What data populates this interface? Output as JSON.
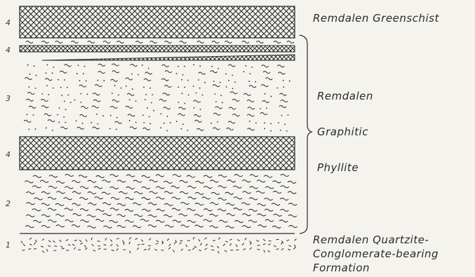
{
  "layers": [
    {
      "id": "cap-greenschist",
      "number": "4",
      "pattern": "crosshatch"
    },
    {
      "id": "thin-greenschist",
      "number": "4",
      "pattern": "crosshatch-thin"
    },
    {
      "id": "graphitic-upper",
      "number": "3",
      "pattern": "dotted-wavy"
    },
    {
      "id": "mid-greenschist",
      "number": "4",
      "pattern": "crosshatch"
    },
    {
      "id": "phyllite-lower",
      "number": "2",
      "pattern": "wavy"
    },
    {
      "id": "quartzite-base",
      "number": "1",
      "pattern": "dashed-stipple"
    }
  ],
  "labels": {
    "greenschist": "Remdalen Greenschist",
    "graphitic_1": "Remdalen",
    "graphitic_2": "Graphitic",
    "graphitic_3": "Phyllite",
    "quartzite_1": "Remdalen Quartzite-",
    "quartzite_2": "Conglomerate-bearing",
    "quartzite_3": "Formation"
  },
  "colors": {
    "ink": "#2a2a2a",
    "paper": "#f4f3ee"
  }
}
